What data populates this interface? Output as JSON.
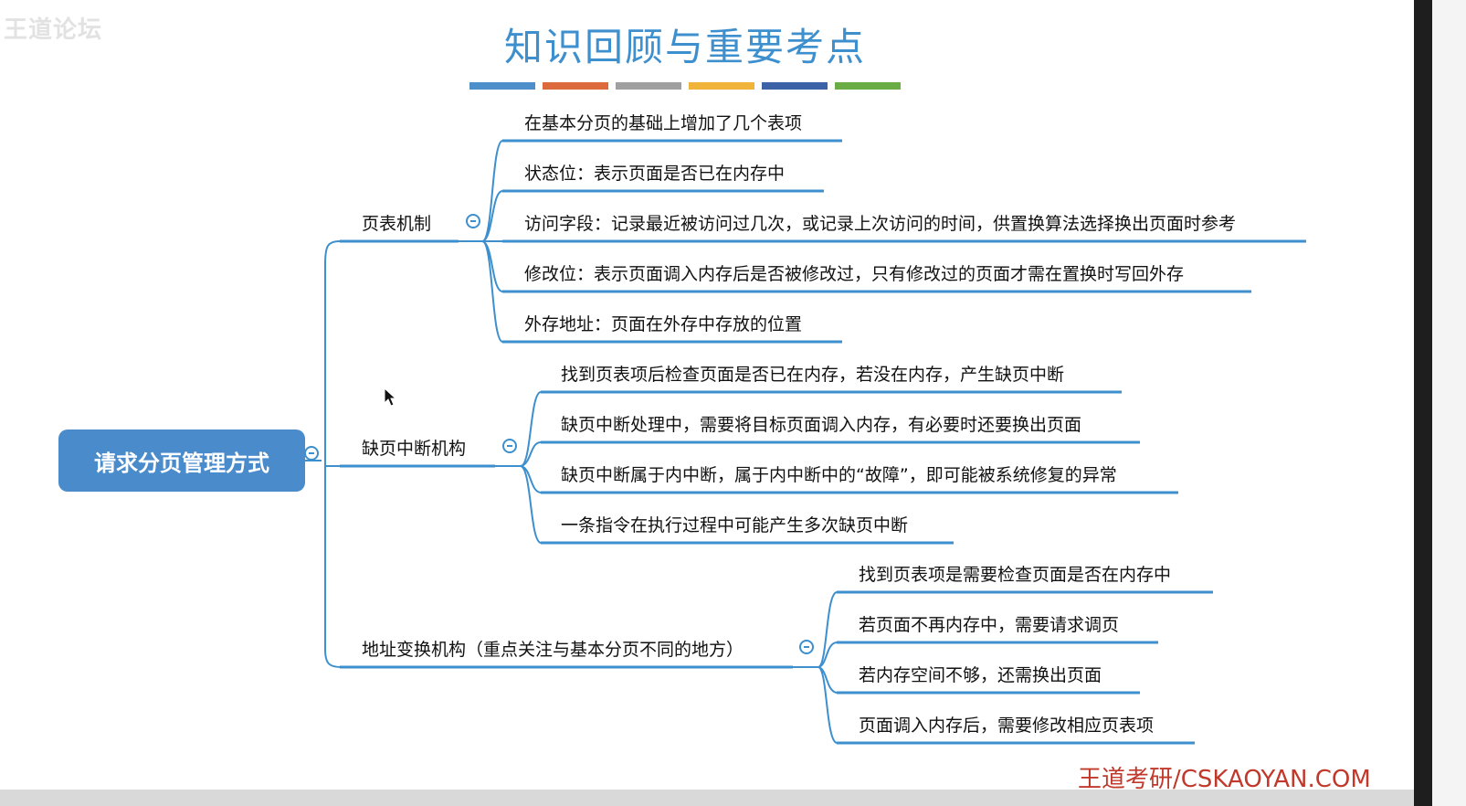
{
  "watermark_top_left": "王道论坛",
  "watermark_bottom_right": "王道考研/CSKAOYAN.COM",
  "title": "知识回顾与重要考点",
  "color_bars": [
    "#4d8fcb",
    "#dc6a3d",
    "#a0a0a0",
    "#f0b43a",
    "#3c62a7",
    "#6aad45"
  ],
  "mindmap": {
    "root": "请求分页管理方式",
    "branches": [
      {
        "label": "页表机制",
        "children": [
          "在基本分页的基础上增加了几个表项",
          "状态位：表示页面是否已在内存中",
          "访问字段：记录最近被访问过几次，或记录上次访问的时间，供置换算法选择换出页面时参考",
          "修改位：表示页面调入内存后是否被修改过，只有修改过的页面才需在置换时写回外存",
          "外存地址：页面在外存中存放的位置"
        ]
      },
      {
        "label": "缺页中断机构",
        "children": [
          "找到页表项后检查页面是否已在内存，若没在内存，产生缺页中断",
          "缺页中断处理中，需要将目标页面调入内存，有必要时还要换出页面",
          "缺页中断属于内中断，属于内中断中的“故障”，即可能被系统修复的异常",
          "一条指令在执行过程中可能产生多次缺页中断"
        ]
      },
      {
        "label": "地址变换机构（重点关注与基本分页不同的地方）",
        "children": [
          "找到页表项是需要检查页面是否在内存中",
          "若页面不再内存中，需要请求调页",
          "若内存空间不够，还需换出页面",
          "页面调入内存后，需要修改相应页表项"
        ]
      }
    ]
  },
  "colors": {
    "line": "#3d8fce",
    "root_fill": "#4a8bcc",
    "title": "#3d8fce",
    "watermark": "#c0392b"
  }
}
